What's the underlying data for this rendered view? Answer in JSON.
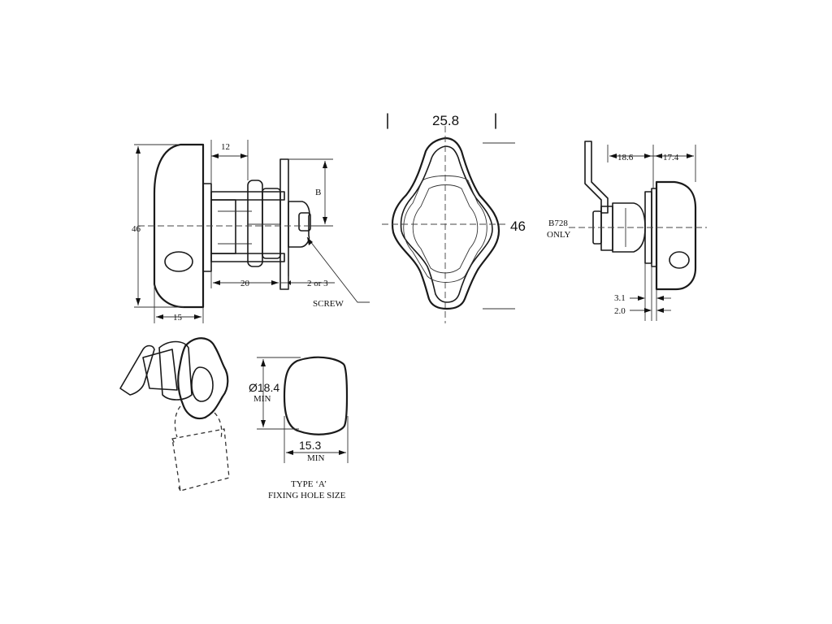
{
  "labels": {
    "side_height": "46",
    "side_gap": "12",
    "side_b": "B",
    "side_body": "20",
    "side_screw_gap": "2 or 3",
    "side_screw": "SCREW",
    "side_base": "15",
    "front_width": "25.8",
    "front_height": "46",
    "right_variant_line1": "B728",
    "right_variant_line2": "ONLY",
    "right_left_dim": "18.6",
    "right_right_dim": "17.4",
    "right_dim_a": "3.1",
    "right_dim_b": "2.0",
    "hole_dia": "Ø18.4",
    "hole_dia_min": "MIN",
    "hole_width": "15.3",
    "hole_width_min": "MIN",
    "hole_caption_line1": "TYPE ‘A’",
    "hole_caption_line2": "FIXING HOLE SIZE"
  }
}
